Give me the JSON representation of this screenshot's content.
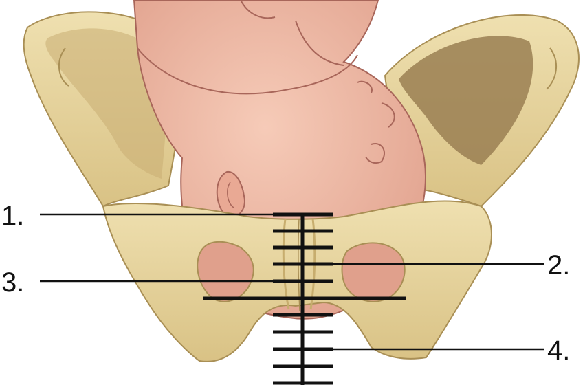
{
  "colors": {
    "bone_light": "#f1e3b8",
    "bone_mid": "#e2cd95",
    "bone_shadow": "#c7ad6e",
    "bone_outline": "#a98f55",
    "iliac_fossa": "#9a7f52",
    "skin": "#f0b9a6",
    "skin_shadow": "#d99782",
    "skin_outline": "#a8665a",
    "scale_line": "#111111"
  },
  "callouts": [
    {
      "number": "1."
    },
    {
      "number": "2."
    },
    {
      "number": "3."
    },
    {
      "number": "4."
    }
  ]
}
